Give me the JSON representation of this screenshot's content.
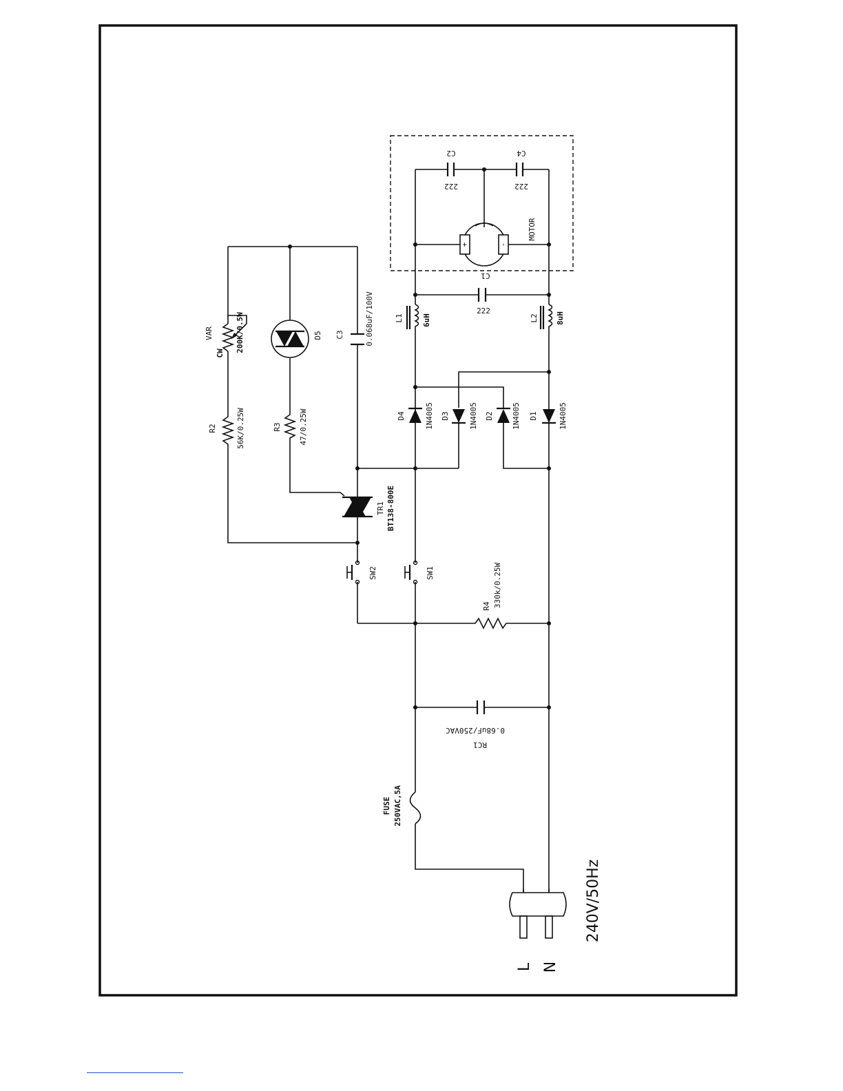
{
  "supply": {
    "voltage": "240V/50Hz",
    "live": "L",
    "neutral": "N"
  },
  "fuse": {
    "name": "FUSE",
    "rating": "250VAC,5A"
  },
  "rc1": {
    "name": "RC1",
    "value": "0.68uF/250VAC"
  },
  "r4": {
    "name": "R4",
    "value": "330k/0.25W"
  },
  "sw1": {
    "name": "SW1"
  },
  "sw2": {
    "name": "SW2"
  },
  "tr1": {
    "name": "TR1",
    "part": "BT138-800E"
  },
  "r2": {
    "name": "R2",
    "value": "56K/0.25W"
  },
  "r3": {
    "name": "R3",
    "value": "47/0.25W"
  },
  "var": {
    "name": "VAR",
    "cw": "CW",
    "value": "200K/0.5W"
  },
  "d5": {
    "name": "D5"
  },
  "c3": {
    "name": "C3",
    "value": "0.068uF/100V"
  },
  "diodes": [
    {
      "name": "D4",
      "part": "1N4005"
    },
    {
      "name": "D3",
      "part": "1N4005"
    },
    {
      "name": "D2",
      "part": "1N4005"
    },
    {
      "name": "D1",
      "part": "1N4005"
    }
  ],
  "l1": {
    "name": "L1",
    "value": "6uH"
  },
  "l2": {
    "name": "L2",
    "value": "8uH"
  },
  "c1": {
    "name": "C1",
    "value": "222"
  },
  "c2": {
    "name": "C2",
    "value": "222"
  },
  "c4": {
    "name": "C4",
    "value": "222"
  },
  "motor": {
    "name": "MOTOR",
    "plus": "+",
    "minus": "-"
  }
}
